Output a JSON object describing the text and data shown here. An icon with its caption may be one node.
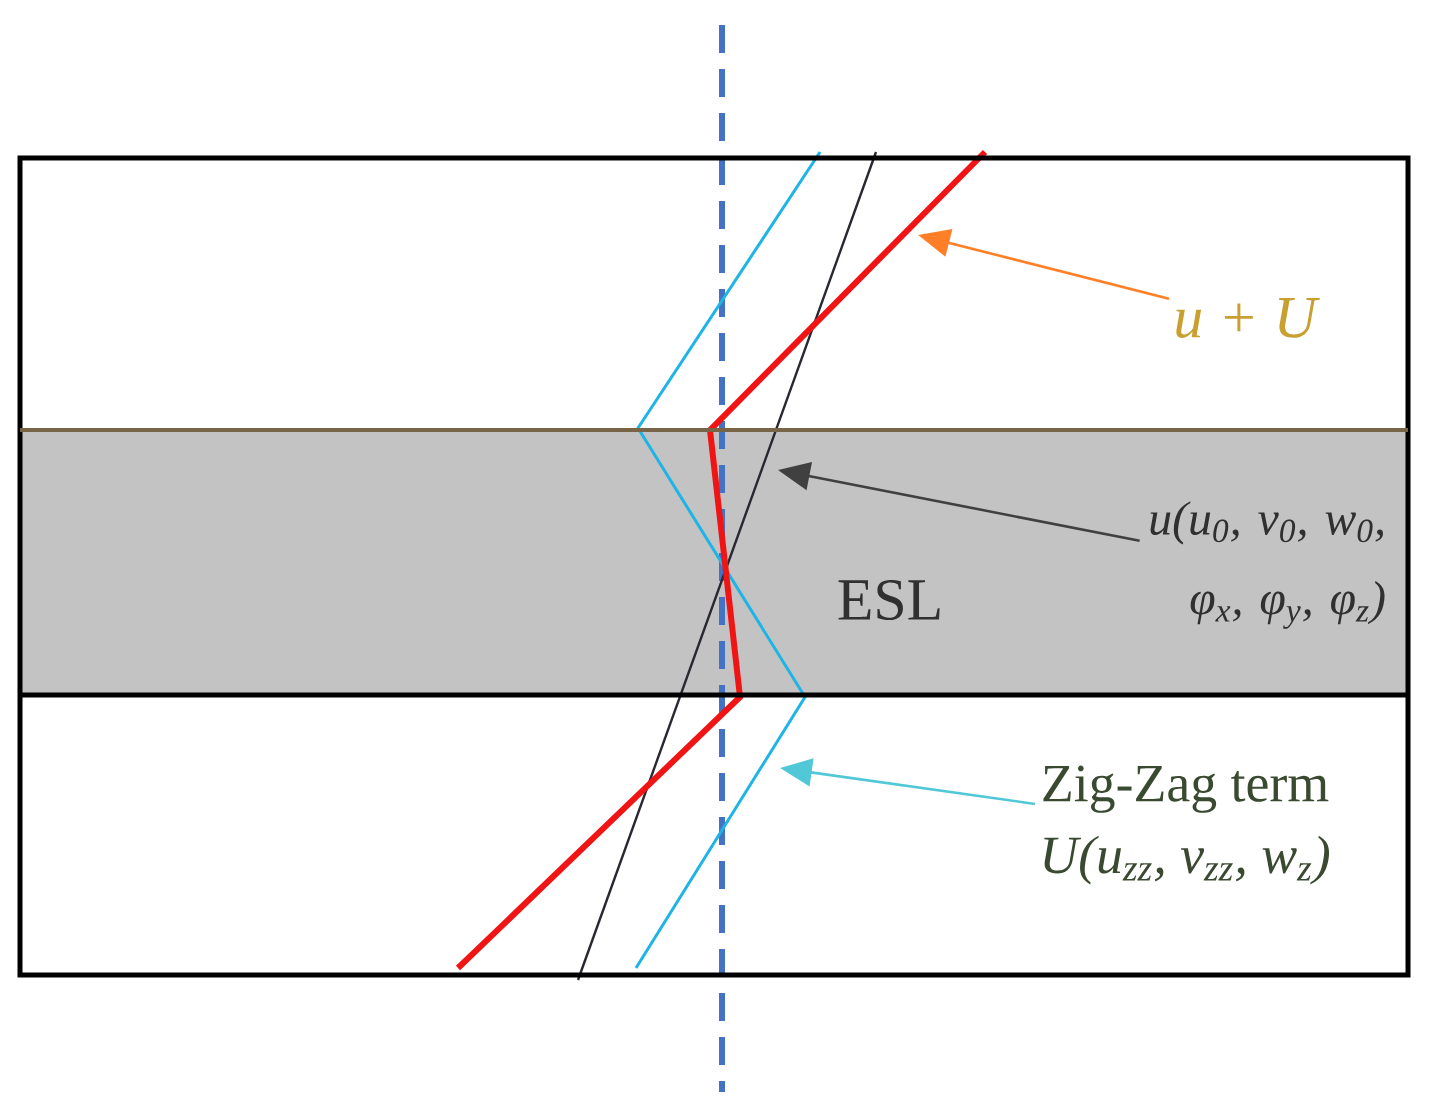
{
  "diagram": {
    "nodes": [
      {
        "text": [
          "u + U"
        ]
      },
      {
        "text": [
          "ESL"
        ]
      },
      {
        "text": [
          "u(u$_{0}$, v$_{0}$, w$_{0}$, φ$_{x}$, φ$_{y}$, φ$_{z}$)"
        ],
        "in": 1
      },
      {
        "text": [
          "Zig-Zag term",
          "U(u$_{zz}$, v$_{zz}$, w$_{z}$)"
        ]
      }
    ],
    "edges": [
      {
        "from": 0,
        "to": null,
        "arrow": "to",
        "color": "#ff7f27"
      },
      {
        "from": 2,
        "to": null,
        "arrow": "to",
        "color": "#404040"
      },
      {
        "from": 3,
        "to": null,
        "arrow": "to",
        "color": "#50c8d8"
      }
    ]
  }
}
